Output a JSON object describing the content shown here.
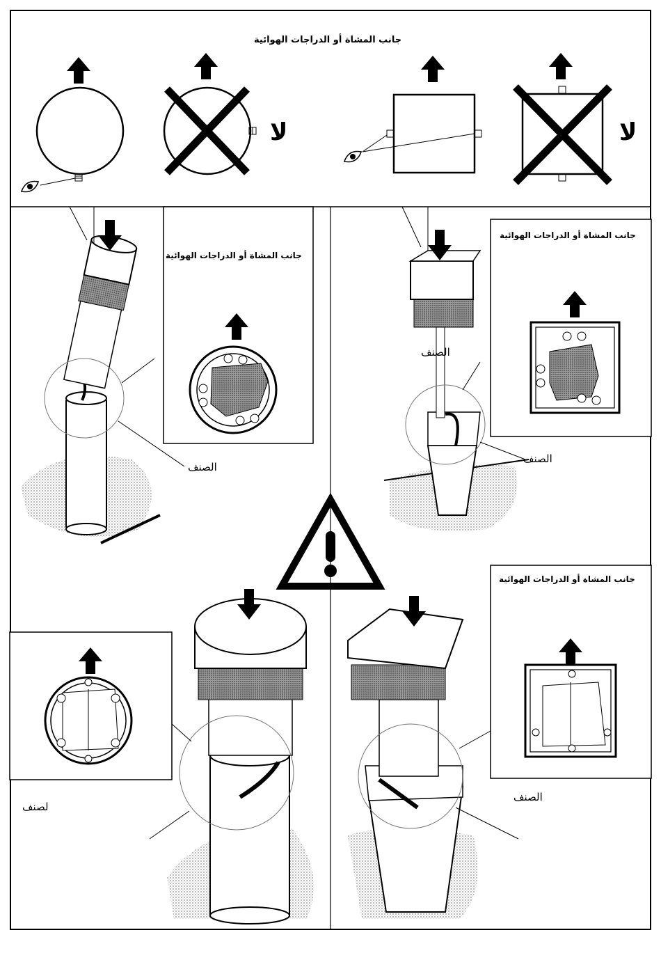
{
  "header": {
    "side_label": "جانب المشاة أو الدراجات الهوائية"
  },
  "forbidden_marks": [
    "لا",
    "لا"
  ],
  "panels": {
    "top_left_inset_title": "جانب المشاة أو الدراجات الهوائية",
    "top_right_inset_title": "جانب المشاة أو الدراجات الهوائية",
    "bottom_right_inset_title": "جانب المشاة أو الدراجات الهوائية",
    "part_labels": [
      "الصنف",
      "الصنف",
      "الصنف",
      "لصنف",
      "الصنف"
    ]
  },
  "icons": [
    "arrow-up-icon",
    "eye-icon",
    "cross-icon",
    "warning-icon",
    "arrow-down-icon"
  ]
}
